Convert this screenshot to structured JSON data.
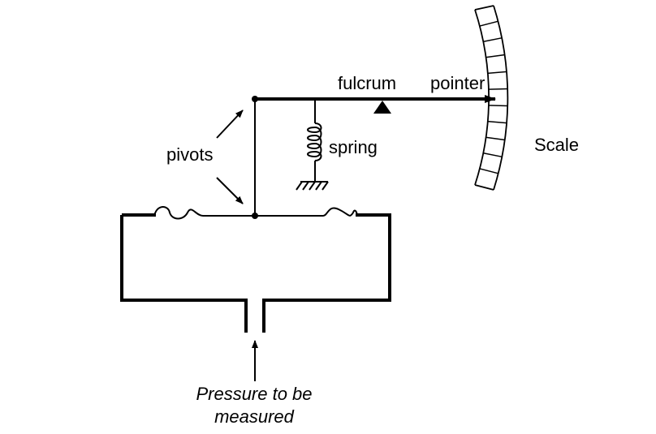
{
  "labels": {
    "fulcrum": "fulcrum",
    "pointer": "pointer",
    "scale": "Scale",
    "spring": "spring",
    "pivots": "pivots",
    "pressure_line1": "Pressure to be",
    "pressure_line2": "measured"
  },
  "colors": {
    "line": "#000000",
    "background": "#ffffff"
  },
  "scale_tick_count": 10
}
